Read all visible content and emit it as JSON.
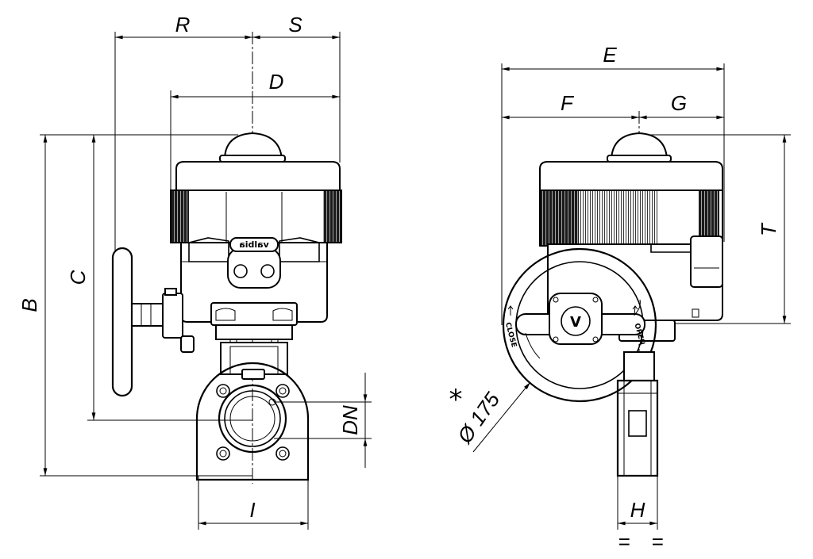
{
  "drawing": {
    "front_view": {
      "R": "R",
      "S": "S",
      "D": "D",
      "B": "B",
      "C": "C",
      "DN": "DN",
      "I": "I",
      "logo_text": "valbia"
    },
    "side_view": {
      "E": "E",
      "F": "F",
      "G": "G",
      "T": "T",
      "H": "H",
      "handwheel_diameter": "Ø 175",
      "note_mark": "*",
      "close_label": "CLOSE",
      "open_label": "OPEN",
      "hub_logo": "V",
      "equal_marks": [
        "=",
        "="
      ]
    }
  }
}
